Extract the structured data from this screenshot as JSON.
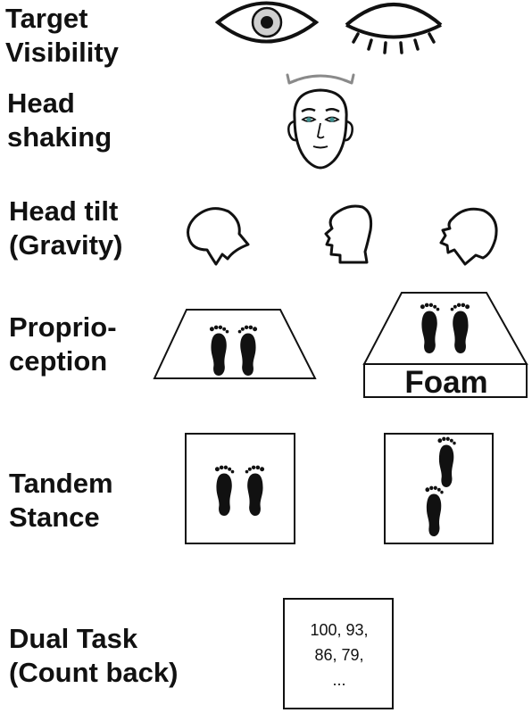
{
  "rows": [
    {
      "id": "target-visibility",
      "label_line1": "Target",
      "label_line2": "Visibility"
    },
    {
      "id": "head-shaking",
      "label_line1": "Head",
      "label_line2": "shaking"
    },
    {
      "id": "head-tilt",
      "label_line1": "Head tilt",
      "label_line2": "(Gravity)"
    },
    {
      "id": "proprioception",
      "label_line1": "Proprio-",
      "label_line2": "ception"
    },
    {
      "id": "tandem-stance",
      "label_line1": "Tandem",
      "label_line2": "Stance"
    },
    {
      "id": "dual-task",
      "label_line1": "Dual Task",
      "label_line2": "(Count back)"
    }
  ],
  "foam_label": "Foam",
  "count_back": {
    "line1": "100, 93,",
    "line2": "86, 79,",
    "line3": "..."
  },
  "colors": {
    "ink": "#111111",
    "arrow": "#8a8a8a",
    "iris": "#cfcfcf",
    "eye_teal": "#3f8f8f"
  },
  "icons": [
    "open-eye-icon",
    "closed-eye-icon",
    "face-icon",
    "head-profile-icon",
    "foot-icon"
  ]
}
